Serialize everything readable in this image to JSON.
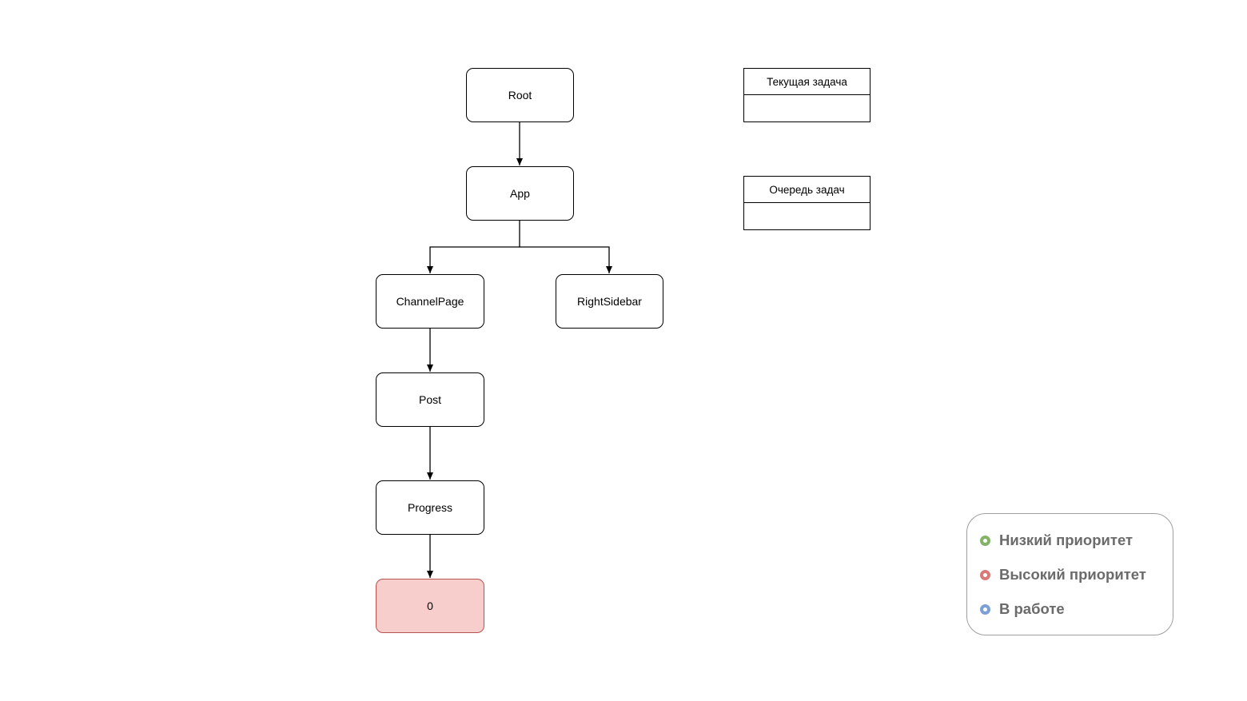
{
  "diagram": {
    "nodes": [
      {
        "id": "root",
        "label": "Root"
      },
      {
        "id": "app",
        "label": "App"
      },
      {
        "id": "channelpage",
        "label": "ChannelPage"
      },
      {
        "id": "rightsidebar",
        "label": "RightSidebar"
      },
      {
        "id": "post",
        "label": "Post"
      },
      {
        "id": "progress",
        "label": "Progress"
      },
      {
        "id": "zero",
        "label": "0",
        "state": "high-priority"
      }
    ],
    "edges": [
      {
        "from": "root",
        "to": "app"
      },
      {
        "from": "app",
        "to": "channelpage"
      },
      {
        "from": "app",
        "to": "rightsidebar"
      },
      {
        "from": "channelpage",
        "to": "post"
      },
      {
        "from": "post",
        "to": "progress"
      },
      {
        "from": "progress",
        "to": "zero"
      }
    ]
  },
  "panels": {
    "current_task": {
      "title": "Текущая задача",
      "value": ""
    },
    "task_queue": {
      "title": "Очередь задач",
      "value": ""
    }
  },
  "legend": {
    "items": [
      {
        "label": "Низкий приоритет",
        "color": "#82b366"
      },
      {
        "label": "Высокий приоритет",
        "color": "#d97a78"
      },
      {
        "label": "В работе",
        "color": "#7c9fd6"
      }
    ]
  },
  "colors": {
    "high_priority_fill": "#f8cecc",
    "high_priority_stroke": "#b85450"
  }
}
